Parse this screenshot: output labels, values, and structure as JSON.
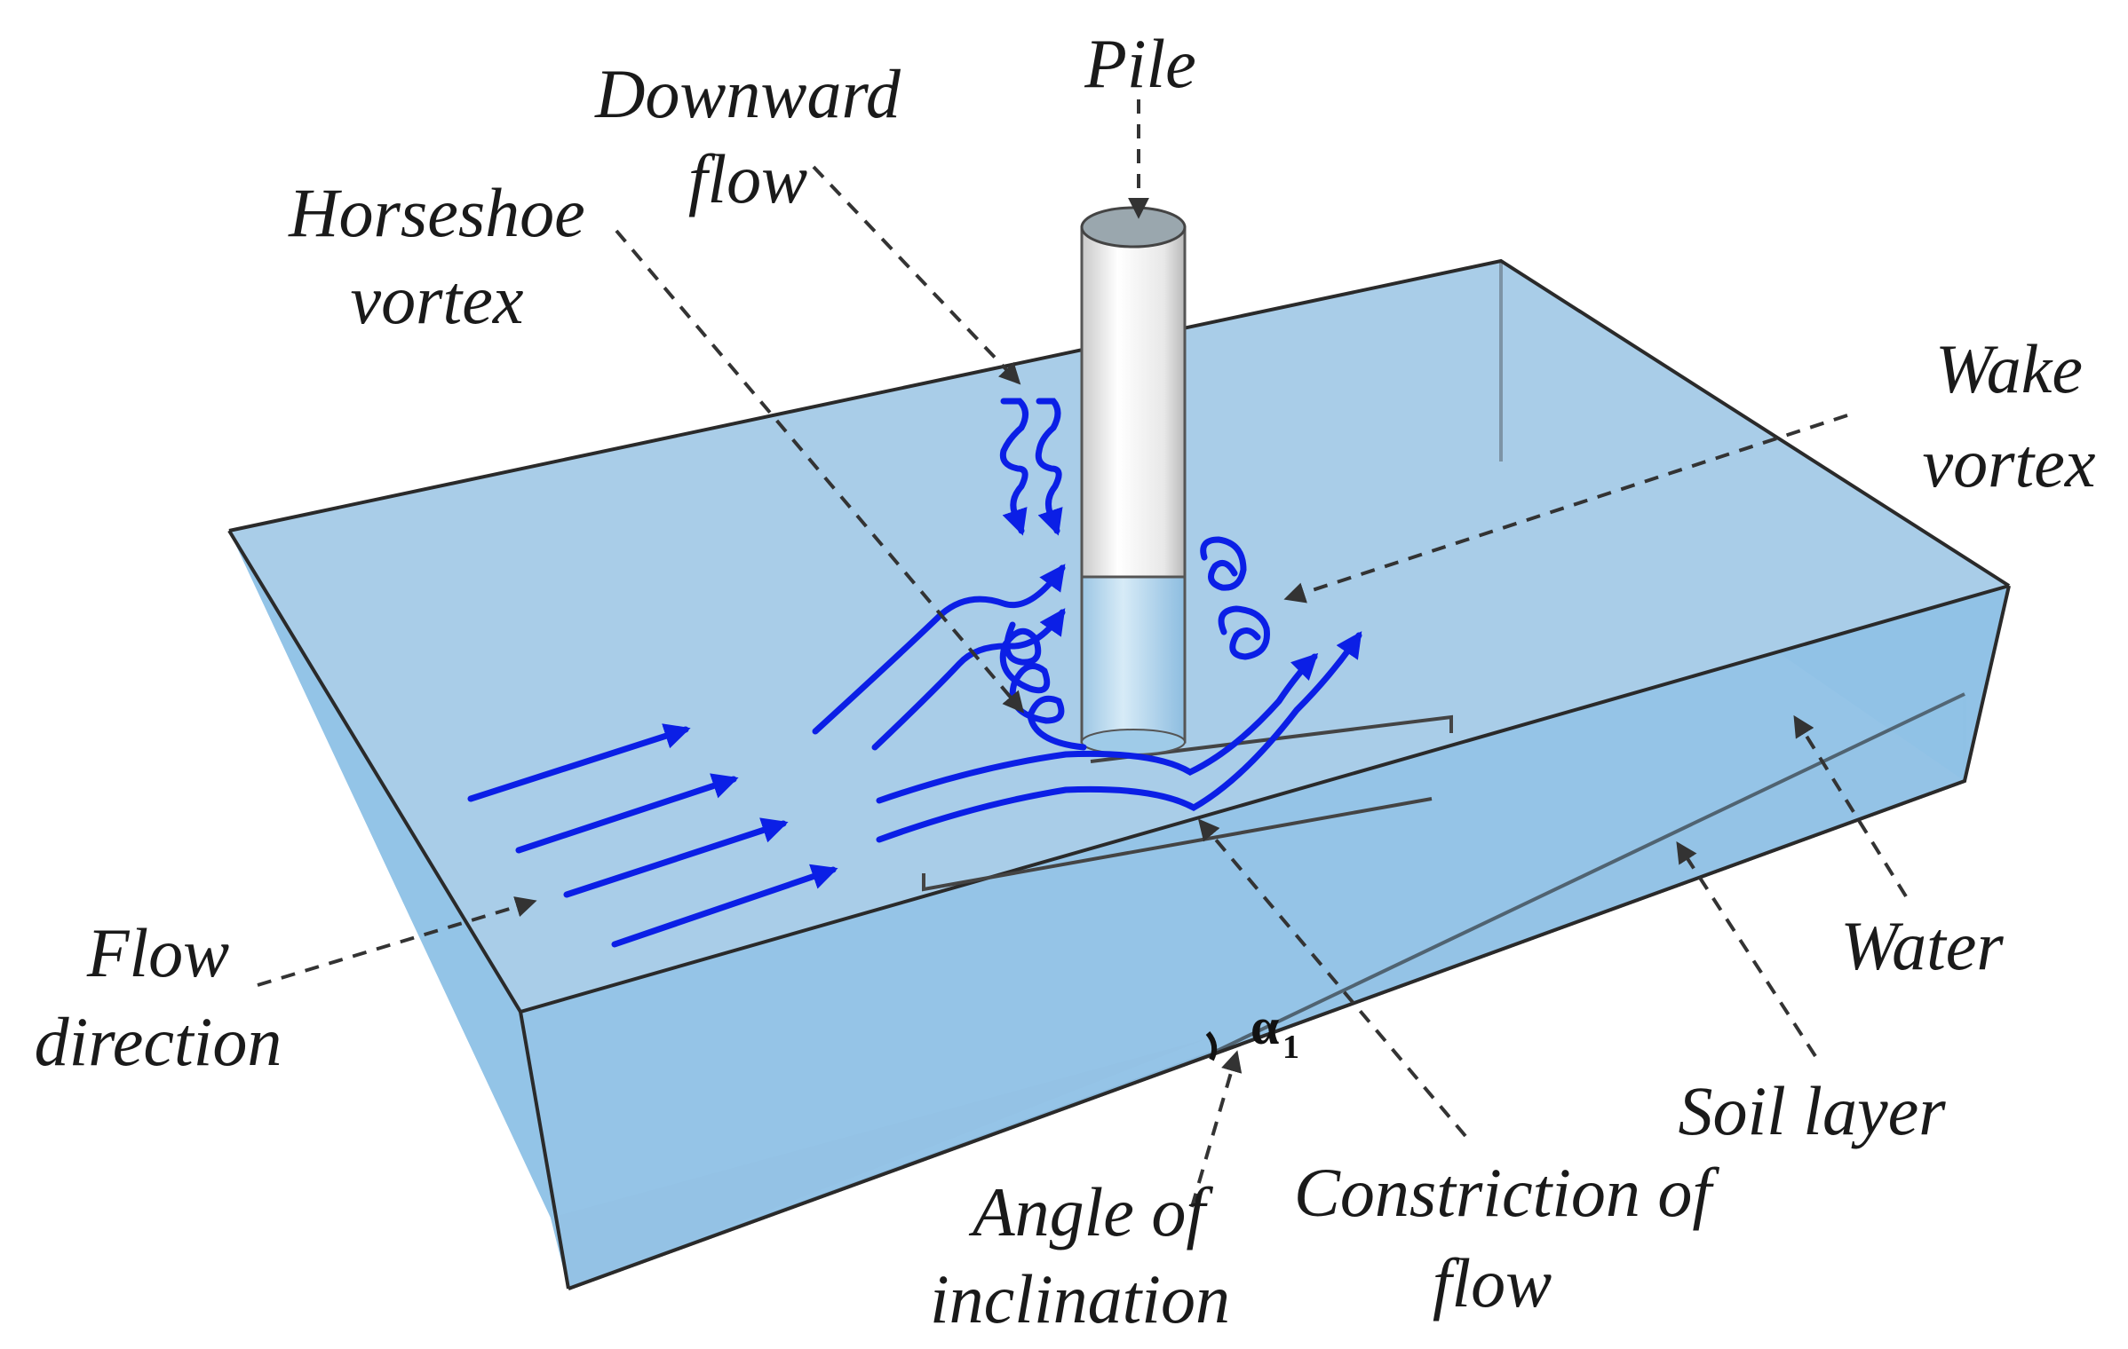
{
  "labels": {
    "pile": "Pile",
    "downward_flow_1": "Downward",
    "downward_flow_2": "flow",
    "horseshoe_1": "Horseshoe",
    "horseshoe_2": "vortex",
    "wake_1": "Wake",
    "wake_2": "vortex",
    "flow_direction_1": "Flow",
    "flow_direction_2": "direction",
    "water": "Water",
    "soil_layer": "Soil layer",
    "angle_1": "Angle of",
    "angle_2": "inclination",
    "constriction_1": "Constriction of",
    "constriction_2": "flow",
    "alpha_symbol": "α",
    "alpha_subscript": "1"
  },
  "colors": {
    "water_top": "#a9cde8",
    "water_front": "#8fc1e6",
    "water_side": "#9ccbe9",
    "soil": "#e6e3dc",
    "flow_arrows": "#0b1fe6",
    "pile": "#f2f2f2"
  }
}
